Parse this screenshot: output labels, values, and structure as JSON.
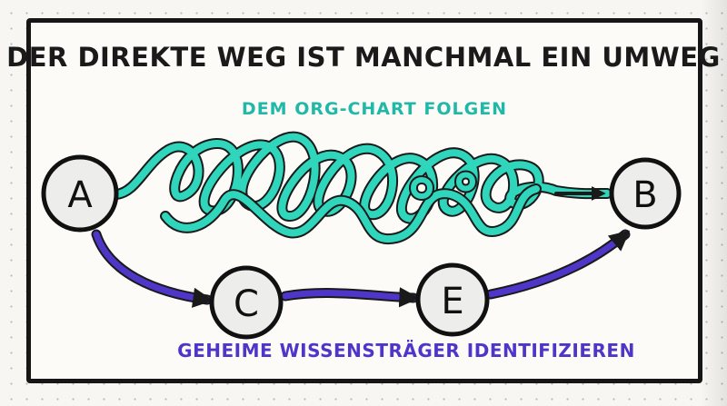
{
  "title": "DER DIREKTE WEG IST MANCHMAL EIN UMWEG",
  "top_path_label": "DEM ORG-CHART FOLGEN",
  "bottom_path_label": "GEHEIME WISSENSTRÄGER IDENTIFIZIEREN",
  "nodes": {
    "a": "A",
    "b": "B",
    "c": "C",
    "e": "E"
  },
  "colors": {
    "ink": "#161616",
    "teal": "#2fd6bc",
    "teal_text": "#20b8a6",
    "purple": "#4e36c9",
    "paper": "#fcfbf8"
  }
}
